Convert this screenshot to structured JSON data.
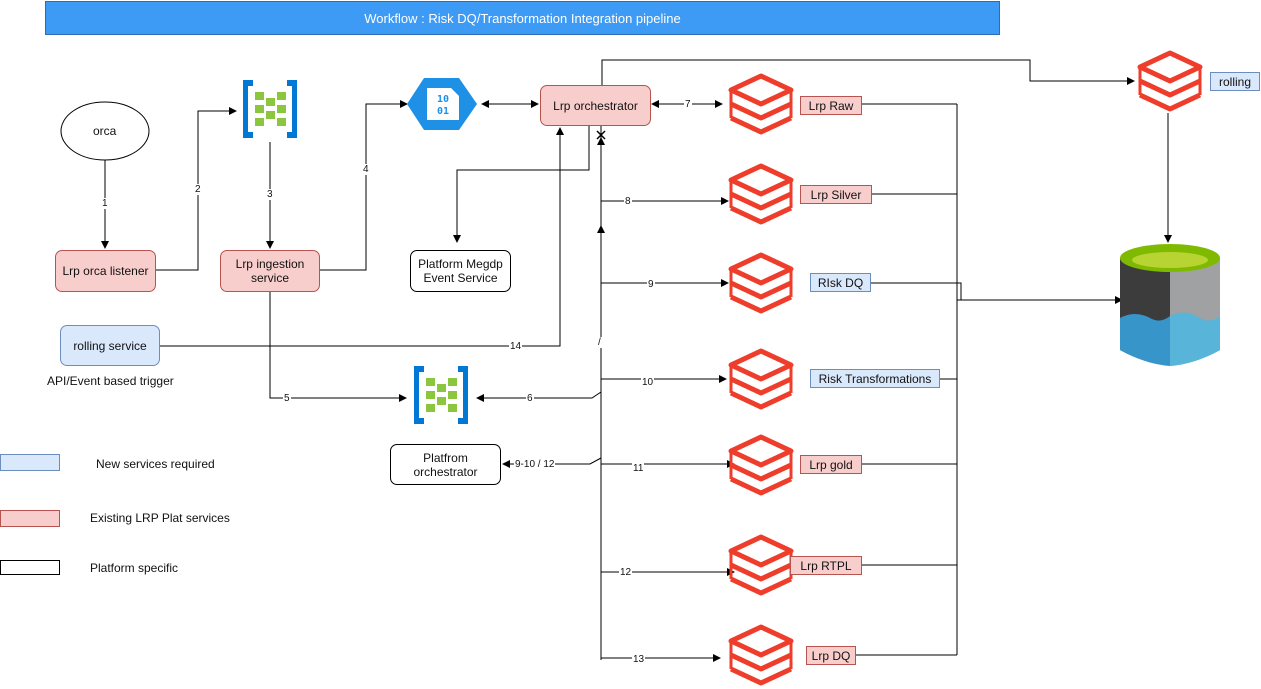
{
  "title": "Workflow : Risk DQ/Transformation Integration pipeline",
  "nodes": {
    "orca": "orca",
    "orca_listener": "Lrp orca listener",
    "ingestion_service": "Lrp ingestion service",
    "orchestrator": "Lrp orchestrator",
    "megdp": "Platform Megdp Event Service",
    "rolling_service": "rolling service",
    "rolling_trigger": "API/Event based trigger",
    "platform_orchestrator": "Platfrom orchestrator",
    "rolling_top": "rolling",
    "lrp_raw": "Lrp Raw",
    "lrp_silver": "Lrp Silver",
    "risk_dq": "RIsk DQ",
    "risk_transformations": "Risk Transformations",
    "lrp_gold": "Lrp gold",
    "lrp_rtpl": "Lrp RTPL",
    "lrp_dq": "Lrp DQ"
  },
  "edge_labels": {
    "e1": "1",
    "e2": "2",
    "e3": "3",
    "e4": "4",
    "e5": "5",
    "e6": "6",
    "e7": "7",
    "e8": "8",
    "e9": "9",
    "e10": "10",
    "e11": "11",
    "e12": "12",
    "e13": "13",
    "e14": "14",
    "e9_12": "9-10 / 12",
    "slash": "/"
  },
  "legend": {
    "new": "New services required",
    "existing": "Existing LRP Plat services",
    "platform": "Platform specific"
  },
  "colors": {
    "new_fill": "#dae8fc",
    "new_border": "#6c8ebf",
    "existing_fill": "#f8cecc",
    "existing_border": "#b85450",
    "title_fill": "#3d9af5",
    "databricks_red": "#ee3d2b",
    "event_hub_blue": "#0078d4",
    "event_hub_green": "#8cc63f"
  },
  "icons": {
    "event_hub": "event-hub-icon",
    "blob_file": "blob-file-icon",
    "databricks": "databricks-icon",
    "data_lake": "data-lake-storage-icon"
  }
}
